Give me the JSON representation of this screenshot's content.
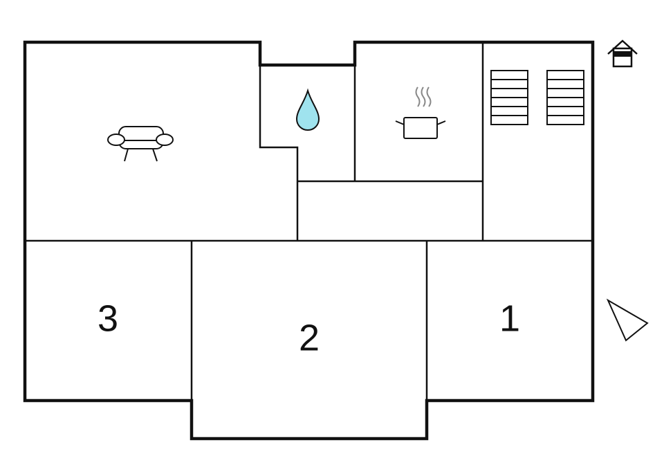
{
  "rooms": {
    "room_1": {
      "label": "1"
    },
    "room_2": {
      "label": "2"
    },
    "room_3": {
      "label": "3"
    }
  },
  "icons": {
    "living_room": "sofa-icon",
    "bathroom": "water-drop-icon",
    "kitchen": "cooking-pot-icon",
    "stairs": "stairs-icon",
    "entrance": "house-entrance-icon",
    "orientation": "north-arrow-icon"
  },
  "colors": {
    "walls": "#111111",
    "water_drop": "#9fe3ee",
    "background": "#ffffff"
  }
}
